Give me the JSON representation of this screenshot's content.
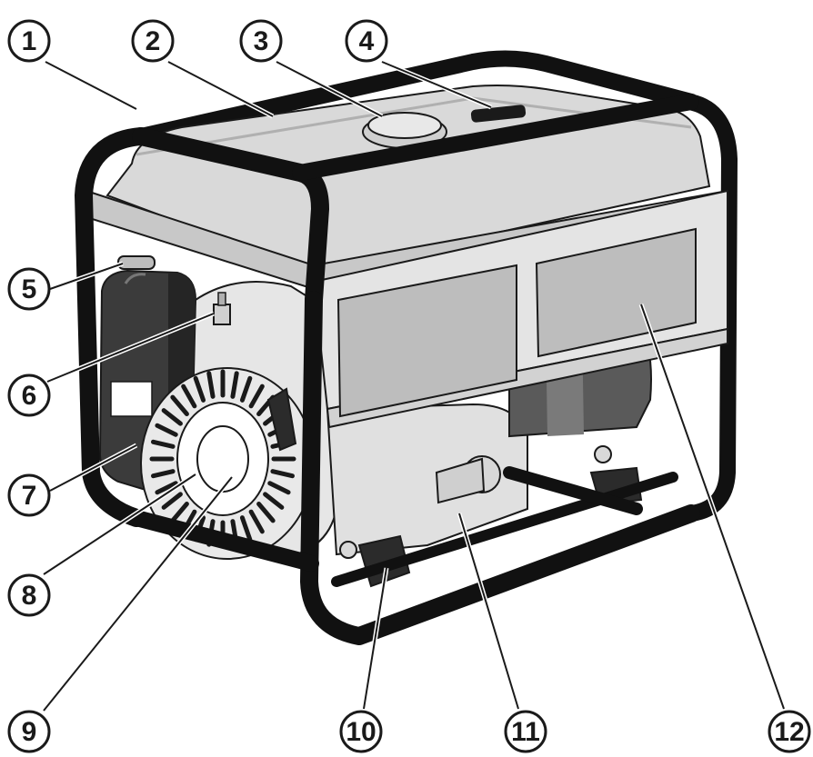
{
  "diagram": {
    "callouts": [
      {
        "id": "1",
        "label": "1"
      },
      {
        "id": "2",
        "label": "2"
      },
      {
        "id": "3",
        "label": "3"
      },
      {
        "id": "4",
        "label": "4"
      },
      {
        "id": "5",
        "label": "5"
      },
      {
        "id": "6",
        "label": "6"
      },
      {
        "id": "7",
        "label": "7"
      },
      {
        "id": "8",
        "label": "8"
      },
      {
        "id": "9",
        "label": "9"
      },
      {
        "id": "10",
        "label": "10"
      },
      {
        "id": "11",
        "label": "11"
      },
      {
        "id": "12",
        "label": "12"
      }
    ],
    "colors": {
      "frame": "#111111",
      "tank": "#d9d9d9",
      "tank_dark": "#a9a9a9",
      "panel": "#bdbdbd",
      "engine": "#e6e6e6",
      "engine_dark": "#5a5a5a",
      "outline": "#1a1a1a"
    }
  }
}
